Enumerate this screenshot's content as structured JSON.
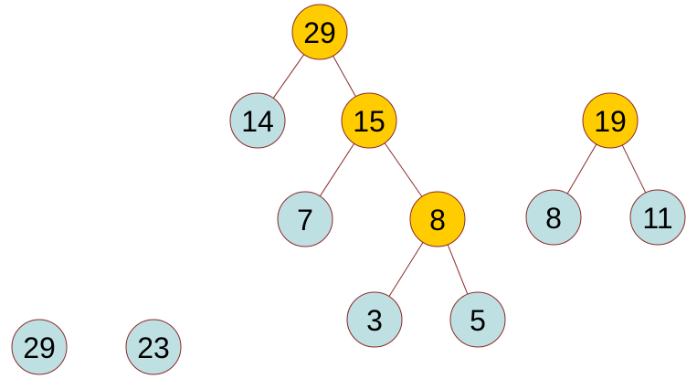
{
  "colors": {
    "highlight": "#ffcc00",
    "normal": "#bfe0e3",
    "edge": "#8b2a2a",
    "text": "#000000"
  },
  "nodes": [
    {
      "id": "n29",
      "label": "29",
      "style": "highlight"
    },
    {
      "id": "n14",
      "label": "14",
      "style": "normal"
    },
    {
      "id": "n15",
      "label": "15",
      "style": "highlight"
    },
    {
      "id": "n7",
      "label": "7",
      "style": "normal"
    },
    {
      "id": "n8a",
      "label": "8",
      "style": "highlight"
    },
    {
      "id": "n3",
      "label": "3",
      "style": "normal"
    },
    {
      "id": "n5",
      "label": "5",
      "style": "normal"
    },
    {
      "id": "n19",
      "label": "19",
      "style": "highlight"
    },
    {
      "id": "n8b",
      "label": "8",
      "style": "normal"
    },
    {
      "id": "n11",
      "label": "11",
      "style": "normal"
    },
    {
      "id": "n29b",
      "label": "29",
      "style": "normal"
    },
    {
      "id": "n23",
      "label": "23",
      "style": "normal"
    }
  ],
  "edges": [
    [
      "n29",
      "n14"
    ],
    [
      "n29",
      "n15"
    ],
    [
      "n15",
      "n7"
    ],
    [
      "n15",
      "n8a"
    ],
    [
      "n8a",
      "n3"
    ],
    [
      "n8a",
      "n5"
    ],
    [
      "n19",
      "n8b"
    ],
    [
      "n19",
      "n11"
    ]
  ]
}
